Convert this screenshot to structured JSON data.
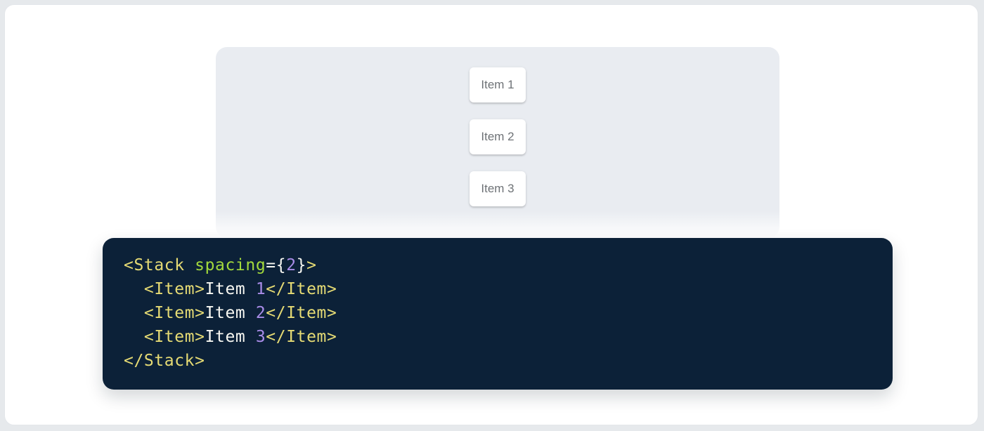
{
  "page": {
    "outer_background": "#e6e9ec",
    "card_background": "#ffffff"
  },
  "demo_panel": {
    "background": "#e9ecf1",
    "items": [
      {
        "label": "Item 1"
      },
      {
        "label": "Item 2"
      },
      {
        "label": "Item 3"
      }
    ]
  },
  "code_block": {
    "background": "#0c2138",
    "colors": {
      "tag": "#e6db74",
      "attr": "#a3d93c",
      "number": "#a98ce8",
      "plain": "#f8f8f2"
    },
    "lines": [
      {
        "tokens": [
          {
            "text": "<Stack",
            "color": "tag"
          },
          {
            "text": " ",
            "color": "plain"
          },
          {
            "text": "spacing",
            "color": "attr"
          },
          {
            "text": "=",
            "color": "plain"
          },
          {
            "text": "{",
            "color": "plain"
          },
          {
            "text": "2",
            "color": "number"
          },
          {
            "text": "}",
            "color": "plain"
          },
          {
            "text": ">",
            "color": "tag"
          }
        ]
      },
      {
        "tokens": [
          {
            "text": "  ",
            "color": "plain"
          },
          {
            "text": "<Item>",
            "color": "tag"
          },
          {
            "text": "Item ",
            "color": "plain"
          },
          {
            "text": "1",
            "color": "number"
          },
          {
            "text": "</Item>",
            "color": "tag"
          }
        ]
      },
      {
        "tokens": [
          {
            "text": "  ",
            "color": "plain"
          },
          {
            "text": "<Item>",
            "color": "tag"
          },
          {
            "text": "Item ",
            "color": "plain"
          },
          {
            "text": "2",
            "color": "number"
          },
          {
            "text": "</Item>",
            "color": "tag"
          }
        ]
      },
      {
        "tokens": [
          {
            "text": "  ",
            "color": "plain"
          },
          {
            "text": "<Item>",
            "color": "tag"
          },
          {
            "text": "Item ",
            "color": "plain"
          },
          {
            "text": "3",
            "color": "number"
          },
          {
            "text": "</Item>",
            "color": "tag"
          }
        ]
      },
      {
        "tokens": [
          {
            "text": "</Stack>",
            "color": "tag"
          }
        ]
      }
    ]
  }
}
